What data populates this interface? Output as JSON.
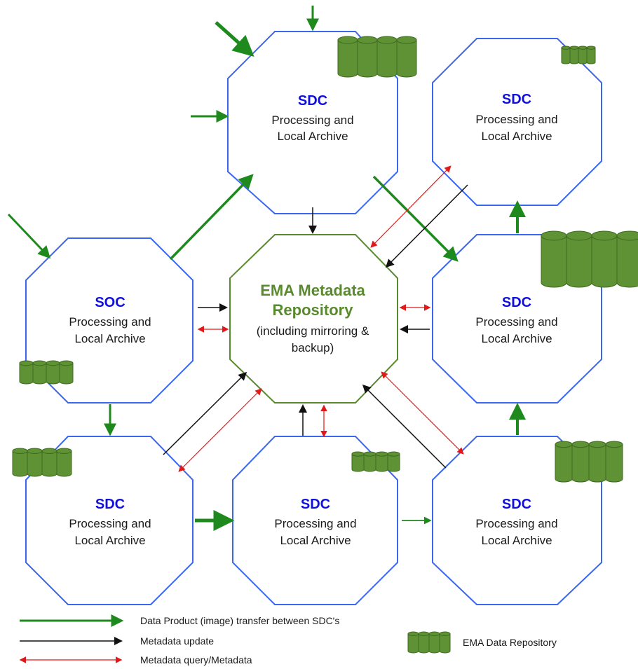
{
  "colors": {
    "node_border": "#3a66f0",
    "center_border": "#5a8a2e",
    "title_blue": "#1010dd",
    "title_green": "#5a8a2e",
    "transfer_arrow": "#1e8a1e",
    "update_arrow": "#111111",
    "query_arrow": "#e01818",
    "cylinder_fill": "#5e9235",
    "cylinder_edge": "#3d6a1e"
  },
  "nodes": {
    "sdc_top": {
      "title": "SDC",
      "line1": "Processing and",
      "line2": "Local Archive"
    },
    "sdc_top_right": {
      "title": "SDC",
      "line1": "Processing and",
      "line2": "Local Archive"
    },
    "soc_left": {
      "title": "SOC",
      "line1": "Processing and",
      "line2": "Local Archive"
    },
    "sdc_right": {
      "title": "SDC",
      "line1": "Processing and",
      "line2": "Local Archive"
    },
    "sdc_bottom_left": {
      "title": "SDC",
      "line1": "Processing and",
      "line2": "Local Archive"
    },
    "sdc_bottom_center": {
      "title": "SDC",
      "line1": "Processing and",
      "line2": "Local Archive"
    },
    "sdc_bottom_right": {
      "title": "SDC",
      "line1": "Processing and",
      "line2": "Local Archive"
    }
  },
  "center": {
    "title1": "EMA Metadata",
    "title2": "Repository",
    "line1": "(including mirroring &",
    "line2": "backup)"
  },
  "legend": {
    "transfer": "Data Product (image) transfer between SDC's",
    "update": "Metadata update",
    "query": "Metadata query/Metadata",
    "repository": "EMA Data Repository"
  }
}
